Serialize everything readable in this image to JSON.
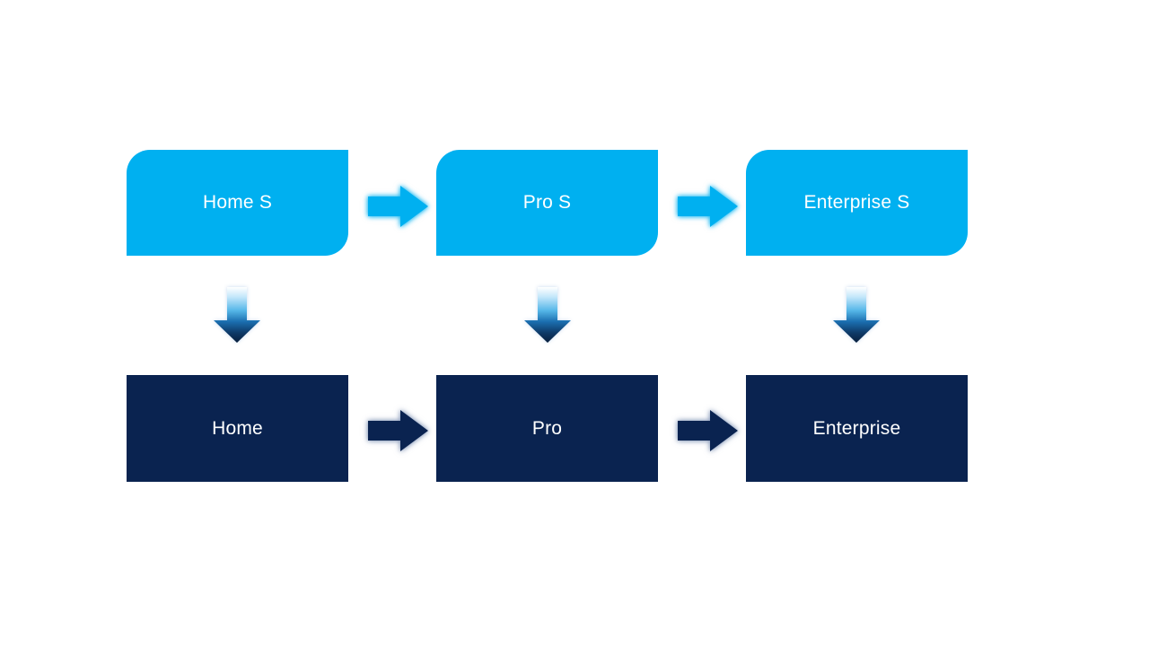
{
  "diagram": {
    "description": "Edition upgrade path diagram with two rows of boxes connected by arrows",
    "columns": [
      {
        "top_label": "Home S",
        "bottom_label": "Home"
      },
      {
        "top_label": "Pro S",
        "bottom_label": "Pro"
      },
      {
        "top_label": "Enterprise S",
        "bottom_label": "Enterprise"
      }
    ],
    "connections": [
      {
        "from": "Home S",
        "to": "Pro S",
        "direction": "right",
        "style": "light"
      },
      {
        "from": "Pro S",
        "to": "Enterprise S",
        "direction": "right",
        "style": "light"
      },
      {
        "from": "Home",
        "to": "Pro",
        "direction": "right",
        "style": "dark"
      },
      {
        "from": "Pro",
        "to": "Enterprise",
        "direction": "right",
        "style": "dark"
      },
      {
        "from": "Home S",
        "to": "Home",
        "direction": "down",
        "style": "gradient"
      },
      {
        "from": "Pro S",
        "to": "Pro",
        "direction": "down",
        "style": "gradient"
      },
      {
        "from": "Enterprise S",
        "to": "Enterprise",
        "direction": "down",
        "style": "gradient"
      }
    ],
    "colors": {
      "background": "#FFFFFF",
      "top_box": "#00B0F0",
      "bottom_box": "#0A2350",
      "light_arrow": "#00B0F0",
      "dark_arrow": "#0A2350",
      "box_text": "#FFFFFF",
      "gradient_arrow_top": "#FFFFFF",
      "gradient_arrow_bottom": "#081F3C"
    }
  }
}
